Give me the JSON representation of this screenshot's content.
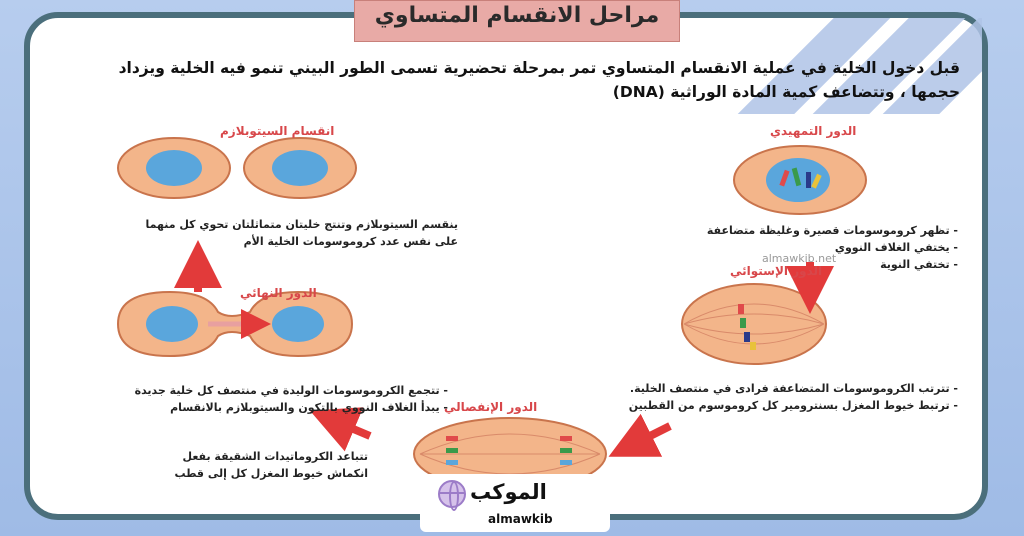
{
  "title": "مراحل الانقسام المتساوي",
  "intro": "قبل دخول الخلية في عملية الانقسام المتساوي تمر بمرحلة تحضيرية تسمى الطور البيني تنمو فيه الخلية ويزداد حجمها ، وتتضاعف كمية المادة الوراثية (DNA)",
  "stages": {
    "prophase": {
      "title": "الدور التمهيدي",
      "points": [
        "- تظهر كروموسومات قصيرة وغليظة متضاعفة",
        "- يختفي الغلاف النووي",
        "- تختفي النوية"
      ]
    },
    "metaphase": {
      "title": "الدور الإستوائي",
      "points": [
        "- تترتب الكروموسومات المتضاعفة فرادى في منتصف الخلية.",
        "- ترتبط خيوط المغزل بسنترومير كل كروموسوم من القطبين"
      ]
    },
    "anaphase": {
      "title": "الدور الإنفصالي",
      "points": [
        "تتباعد الكروماتيدات الشقيقة بفعل",
        "انكماش خيوط المغزل كل إلى قطب"
      ]
    },
    "telophase": {
      "title": "الدور النهائي",
      "points": [
        "- تتجمع الكروموسومات الوليدة في منتصف كل خلية جديدة",
        "- يبدأ الغلاف النووي بالتكون والسيتوبلازم بالانقسام"
      ]
    },
    "cytokinesis": {
      "title": "انقسام السيتوبلازم",
      "points": [
        "ينقسم السيتوبلازم وتنتج خليتان متماثلتان تحوي كل منهما",
        "على نفس عدد كروموسومات الخلية الأم"
      ]
    }
  },
  "watermark": "almawkib.net",
  "logo": {
    "name": "الموكب",
    "latin": "almawkib"
  },
  "colors": {
    "frame": "#4b6f7c",
    "title_bg": "#e8aaa6",
    "stage_title": "#d8474a",
    "arrow": "#e23a3a",
    "cell": "#f3b58a",
    "nucleus": "#5aa6dc"
  }
}
